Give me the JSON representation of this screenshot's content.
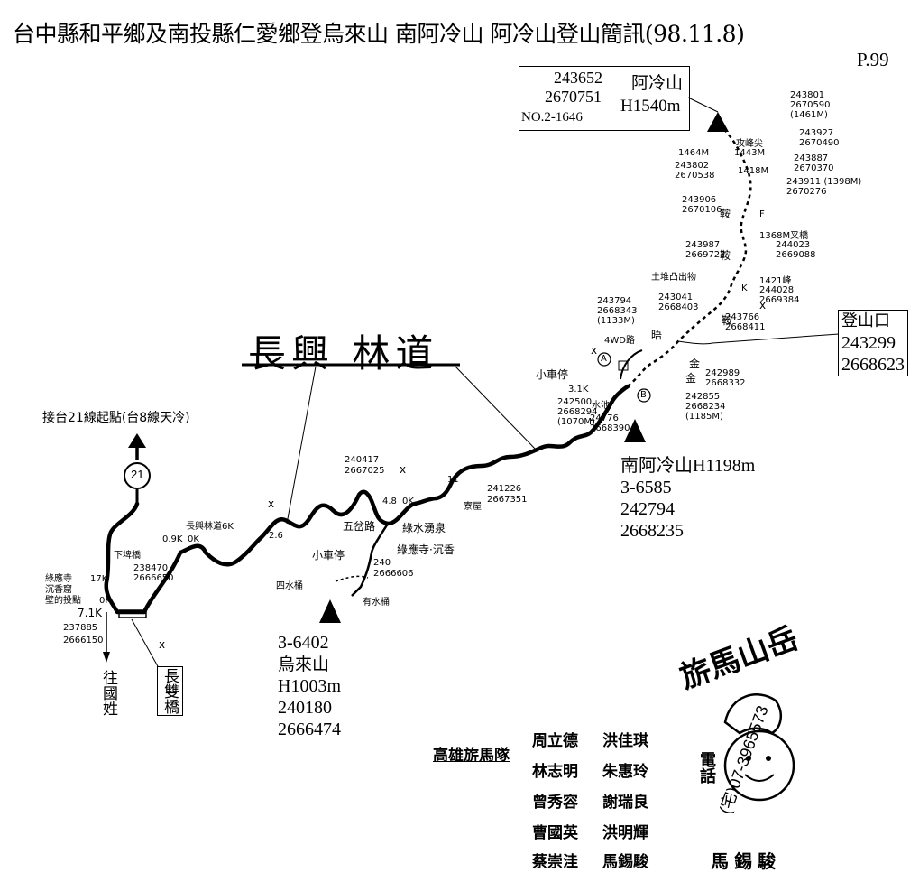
{
  "title": "台中縣和平鄉及南投縣仁愛鄉登烏來山 南阿冷山 阿冷山登山簡訊(98.11.8)",
  "page_number": "P.99",
  "road_name": "長興 林道",
  "start": {
    "label": "接台21線起點(台8線天冷)",
    "route_number": "21"
  },
  "destinations": {
    "guoxing": "往國姓",
    "bridge": "長雙橋"
  },
  "peaks": {
    "aleng": {
      "id": "243652",
      "coord": "2670751",
      "name": "阿冷山",
      "height": "H1540m",
      "no": "NO.2-1646"
    },
    "south_aleng": {
      "name": "南阿冷山H1198m",
      "no": "3-6585",
      "e": "242794",
      "n": "2668235"
    },
    "wulai": {
      "no": "3-6402",
      "name": "烏來山",
      "height": "H1003m",
      "e": "240180",
      "n": "2666474"
    }
  },
  "trailhead": {
    "label": "登山口",
    "e": "243299",
    "n": "2668623"
  },
  "handwritten": {
    "left_junction": [
      "綠應寺",
      "沉香窟",
      "壁的投點"
    ],
    "left_coords": [
      "17K",
      "0K",
      "7.1K",
      "237885",
      "2666150"
    ],
    "xiapi_bridge": "下埤橋",
    "changxing_6k": "長興林道6K",
    "k09": "0.9K",
    "k0": "0K",
    "coords_238470": [
      "238470",
      "2666650"
    ],
    "k2_6": "2.6",
    "wufen": "五岔路",
    "wufen_coords": [
      "240417",
      "2667025"
    ],
    "k48": "4.8",
    "k0b": "0K",
    "lvshui_spring": "綠水湧泉",
    "lvying_temple": "綠應寺·沉香",
    "xiaoche_left": "小車停",
    "water_tank": "四水桶",
    "shuiwater": "有水桶",
    "coords_240": [
      "240",
      "2666606"
    ],
    "k11": "11",
    "coords_241": [
      "241226",
      "2667351"
    ],
    "house": "寮屋",
    "xiaoche_right": "小車停",
    "k31": "3.1K",
    "coords_242500": [
      "242500",
      "2668294",
      "(1070M)"
    ],
    "coords_kuan": [
      "24776",
      "2668390"
    ],
    "point_a": "A",
    "point_b": "B",
    "qinchi": "水池",
    "work_road": "4WD路",
    "coords_2437": [
      "243794",
      "2668343",
      "(1133M)"
    ],
    "earth_mound": "土堆凸出物",
    "coords_243041": [
      "243041",
      "2668403"
    ],
    "chi_ri": "晤",
    "coords_243766": [
      "243766",
      "2668411"
    ],
    "coords_242989": [
      "242989",
      "2668332"
    ],
    "coords_242855": [
      "242855",
      "2668234",
      "(1185M)"
    ],
    "peak_1421": "1421峰",
    "coords_244028": [
      "244028",
      "2669384"
    ],
    "coords_243987": [
      "243987",
      "2669722"
    ],
    "crossing_1368": "1368M叉橋",
    "coords_244023": [
      "244023",
      "2669088"
    ],
    "coords_243906": [
      "243906",
      "2670106"
    ],
    "m1464": "1464M",
    "coords_243802": [
      "243802",
      "2670538"
    ],
    "m1443": "1443M",
    "m1418": "1418M",
    "coords_243911": [
      "243911",
      "(1398M)",
      "2670276"
    ],
    "coords_243887": [
      "243887",
      "2670370"
    ],
    "coords_243927": [
      "243927",
      "2670490"
    ],
    "attack_peak": "攻峰尖",
    "coords_243801": [
      "243801",
      "2670590",
      "(1461M)"
    ],
    "an_a": "鞍",
    "an_b": "鞍",
    "an_c": "鞍",
    "jin": "金",
    "jin2": "金",
    "f_mark": "F",
    "kk": "K"
  },
  "team": {
    "label": "高雄旂馬隊",
    "members": [
      "周立德",
      "洪佳琪",
      "林志明",
      "朱惠玲",
      "曾秀容",
      "謝瑞良",
      "曹國英",
      "洪明輝",
      "蔡崇洼",
      "馬錫駿"
    ]
  },
  "stamp": {
    "club": "旂馬山岳",
    "phone": "(宅)07-3965573",
    "name": "馬錫駿",
    "vertical": "電話"
  }
}
